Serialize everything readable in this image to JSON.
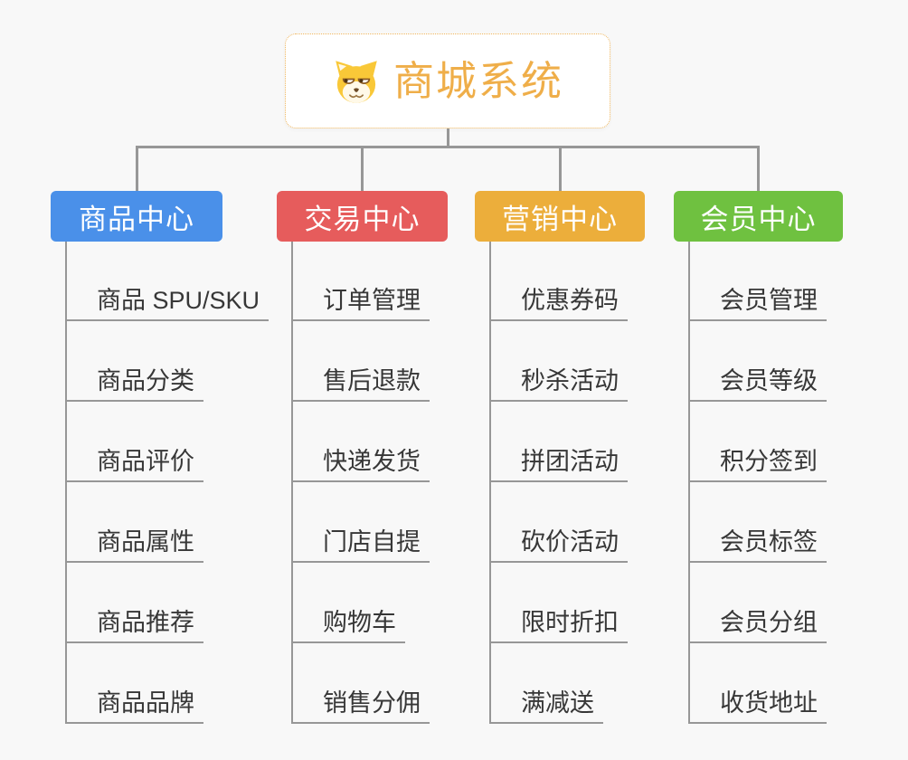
{
  "root": {
    "title": "商城系统",
    "icon": "dog-icon",
    "title_color": "#EFAE49",
    "border_color": "#EFB55C"
  },
  "connector_color": "#979797",
  "branches": [
    {
      "label": "商品中心",
      "color": "#4A90E9",
      "children": [
        "商品 SPU/SKU",
        "商品分类",
        "商品评价",
        "商品属性",
        "商品推荐",
        "商品品牌"
      ]
    },
    {
      "label": "交易中心",
      "color": "#E65C5C",
      "children": [
        "订单管理",
        "售后退款",
        "快递发货",
        "门店自提",
        "购物车",
        "销售分佣"
      ]
    },
    {
      "label": "营销中心",
      "color": "#ECAE3B",
      "children": [
        "优惠券码",
        "秒杀活动",
        "拼团活动",
        "砍价活动",
        "限时折扣",
        "满减送"
      ]
    },
    {
      "label": "会员中心",
      "color": "#6FC140",
      "children": [
        "会员管理",
        "会员等级",
        "积分签到",
        "会员标签",
        "会员分组",
        "收货地址"
      ]
    }
  ]
}
